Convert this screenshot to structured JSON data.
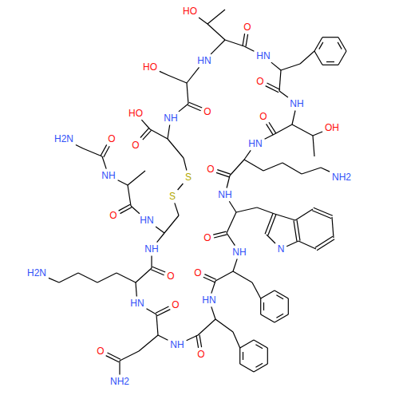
{
  "diagram": {
    "labels": [
      "HO",
      "O",
      "HN",
      "O",
      "NH",
      "OH",
      "O",
      "HN",
      "NH2",
      "O",
      "NH",
      "N",
      "O",
      "NH",
      "O",
      "HN",
      "O",
      "NH",
      "O",
      "NH2",
      "O",
      "HN",
      "H2N",
      "O",
      "NH",
      "S",
      "S",
      "HN",
      "O",
      "NH",
      "O",
      "H2N",
      "O",
      "HO",
      "NH",
      "O",
      "HO",
      "HN"
    ]
  }
}
